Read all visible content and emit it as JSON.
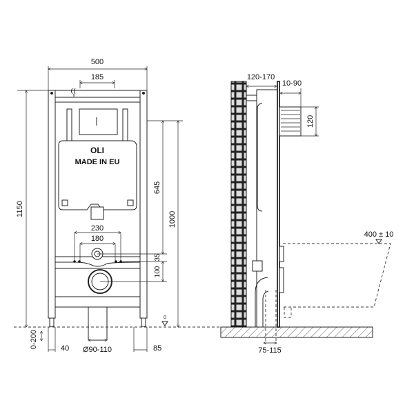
{
  "front_view": {
    "width_total": "500",
    "top_spacing": "185",
    "height_total": "1150",
    "tank_label_brand": "OLI",
    "tank_label_origin": "MADE IN EU",
    "bracket_outer": "230",
    "bracket_inner": "180",
    "height_645": "645",
    "height_1000": "1000",
    "offset_35": "35",
    "offset_100": "100",
    "zero_level": "0",
    "leg_adjust": "0-200",
    "leg_width": "40",
    "drain_diameter": "Ø90-110",
    "foot_width": "85"
  },
  "side_view": {
    "wall_gap": "120-170",
    "panel_offset": "10-90",
    "flush_plate_height": "120",
    "seat_height": "400 ± 10",
    "drain_offset": "75-115"
  }
}
